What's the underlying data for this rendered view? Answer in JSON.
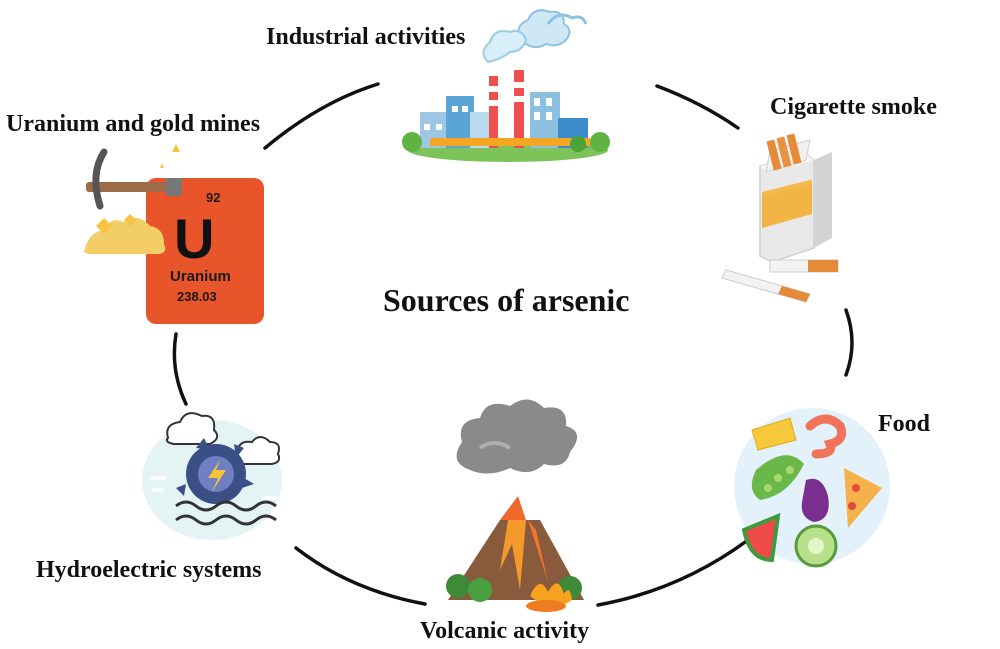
{
  "diagram": {
    "center_title": "Sources of arsenic",
    "sources": [
      {
        "label": "Industrial activities",
        "icon": "factory-icon"
      },
      {
        "label": "Cigarette smoke",
        "icon": "cigarette-pack-icon"
      },
      {
        "label": "Food",
        "icon": "food-icon"
      },
      {
        "label": "Volcanic activity",
        "icon": "volcano-icon"
      },
      {
        "label": "Hydroelectric systems",
        "icon": "hydroelectric-icon"
      },
      {
        "label": "Uranium and gold mines",
        "icon": "uranium-mine-icon"
      }
    ],
    "uranium_tile": {
      "atomic_number": "92",
      "symbol": "U",
      "name": "Uranium",
      "mass": "238.03"
    }
  }
}
